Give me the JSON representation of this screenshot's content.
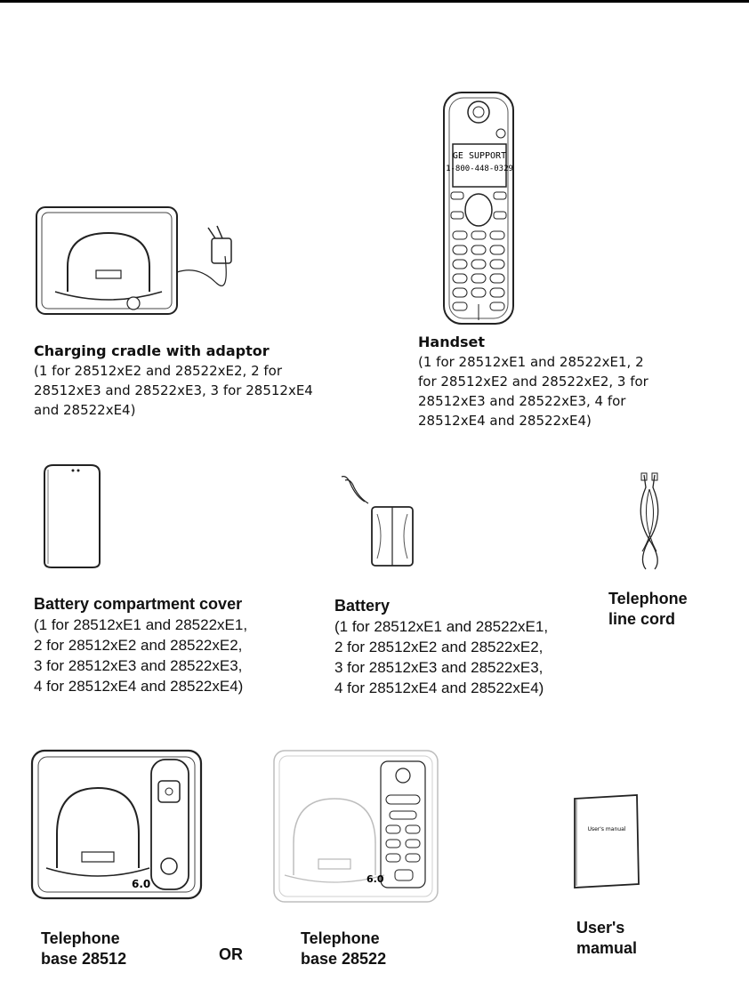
{
  "items": {
    "cradle": {
      "title": "Charging cradle with adaptor",
      "lines": [
        "(1 for 28512xE2 and 28522xE2, 2 for",
        "28512xE3 and 28522xE3, 3 for 28512xE4",
        "and 28522xE4)"
      ]
    },
    "handset": {
      "title": "Handset",
      "lines": [
        "(1 for 28512xE1 and 28522xE1, 2",
        "for 28512xE2 and 28522xE2, 3 for",
        "28512xE3 and 28522xE3, 4 for",
        "28512xE4 and 28522xE4)"
      ],
      "screen": {
        "line1": "GE SUPPORT",
        "line2": "1-800-448-0329"
      }
    },
    "cover": {
      "title": "Battery compartment cover",
      "lines": [
        "(1 for 28512xE1 and 28522xE1,",
        "2 for 28512xE2 and 28522xE2,",
        "3 for 28512xE3 and 28522xE3,",
        "4 for 28512xE4 and 28522xE4)"
      ]
    },
    "battery": {
      "title": "Battery",
      "lines": [
        "(1 for 28512xE1 and 28522xE1,",
        "2 for 28512xE2 and 28522xE2,",
        "3 for 28512xE3 and 28522xE3,",
        "4 for 28512xE4 and 28522xE4)"
      ]
    },
    "cord": {
      "lines": [
        "Telephone",
        "line cord"
      ]
    },
    "base28512": {
      "lines": [
        "Telephone",
        "base 28512"
      ],
      "badge": "6.0"
    },
    "or": "OR",
    "base28522": {
      "lines": [
        "Telephone",
        "base 28522"
      ],
      "badge": "6.0"
    },
    "manual": {
      "lines": [
        "User's",
        "mamual"
      ],
      "cover_text": "User's manual"
    }
  },
  "colors": {
    "line": "#222222",
    "faint": "#bdbdbd"
  }
}
